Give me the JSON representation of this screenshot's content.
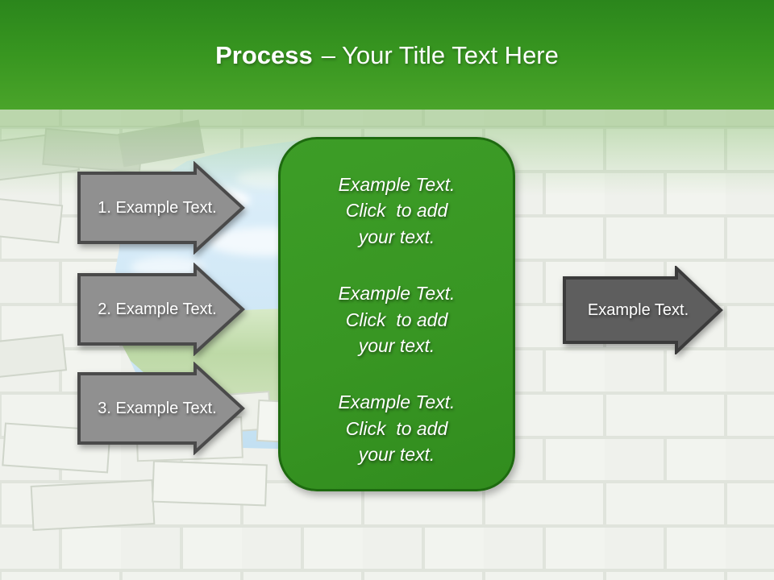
{
  "header": {
    "title_bold": "Process",
    "title_rest": "– Your Title Text Here"
  },
  "left_arrows": [
    {
      "label": "1. Example Text."
    },
    {
      "label": "2. Example Text."
    },
    {
      "label": "3. Example Text."
    }
  ],
  "center_panel": {
    "blocks": [
      {
        "text": "Example Text.\nClick  to add\nyour text."
      },
      {
        "text": "Example Text.\nClick  to add\nyour text."
      },
      {
        "text": "Example Text.\nClick  to add\nyour text."
      }
    ]
  },
  "right_arrow": {
    "label": "Example Text."
  },
  "scene": {
    "background": "broken white brick wall with hole showing sky and grass"
  },
  "colors": {
    "header_green_top": "#2b861c",
    "header_green_bottom": "#4aa42a",
    "panel_green": "#389623",
    "panel_border": "#1e6a10",
    "left_arrow_fill": "#909090",
    "left_arrow_border": "#4a4a4a",
    "right_arrow_fill": "#5e5e5e",
    "right_arrow_border": "#3b3b3b",
    "sky_blue": "#d8edf9",
    "grass_green": "#b7d6a0",
    "wall_light": "#eef0ea",
    "text_white": "#ffffff"
  }
}
